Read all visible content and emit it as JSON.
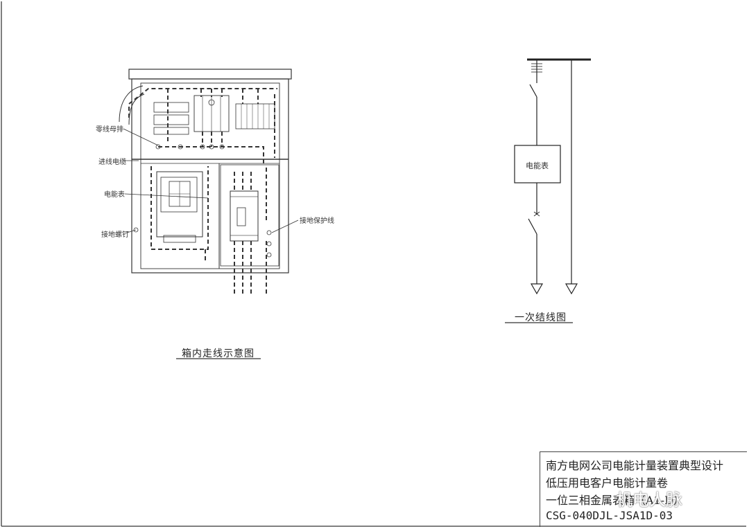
{
  "labels": {
    "label_busbar": "零线母排",
    "label_incoming": "进线电缆",
    "label_meter": "电能表",
    "label_ground_bolt": "接地螺钉",
    "label_ground_wire": "接地保护线"
  },
  "captions": {
    "box_wiring": "箱内走线示意图",
    "single_line": "一次结线图"
  },
  "single_line_meter": "电能表",
  "title_block": {
    "line1": "南方电网公司电能计量装置典型设计",
    "line2": "低压用电客户电能计量卷",
    "line3": "一位三相金属表箱（A1-D）",
    "line4": "CSG-040DJL-JSA1D-03"
  },
  "watermark": "机电人脉",
  "colors": {
    "line": "#222222",
    "paper": "#ffffff"
  }
}
